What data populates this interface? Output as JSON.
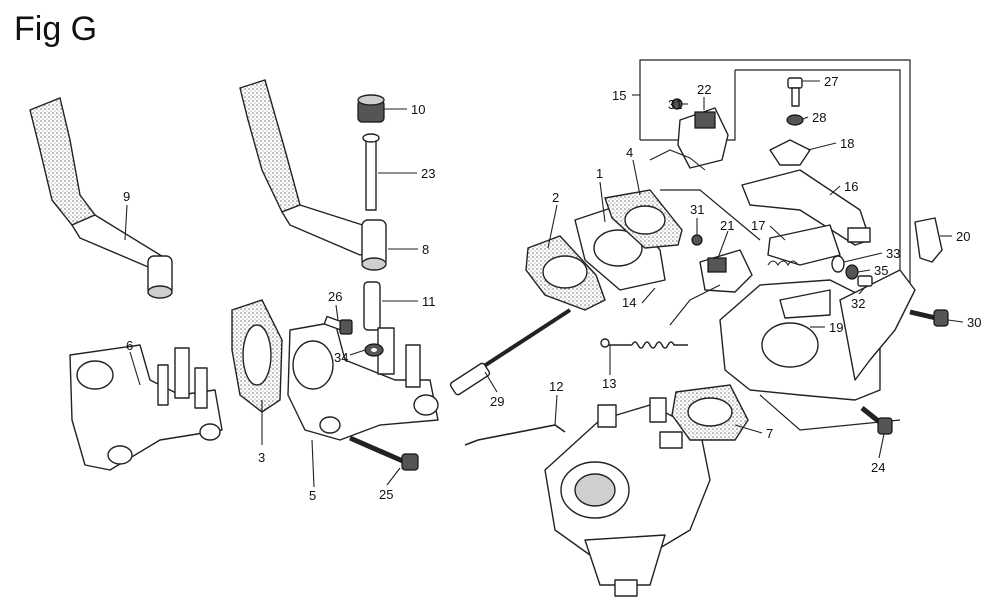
{
  "title": "Fig G",
  "callouts": [
    {
      "id": "c1",
      "text": "1"
    },
    {
      "id": "c2",
      "text": "2"
    },
    {
      "id": "c3",
      "text": "3"
    },
    {
      "id": "c4",
      "text": "4"
    },
    {
      "id": "c5",
      "text": "5"
    },
    {
      "id": "c6",
      "text": "6"
    },
    {
      "id": "c7",
      "text": "7"
    },
    {
      "id": "c8",
      "text": "8"
    },
    {
      "id": "c9",
      "text": "9"
    },
    {
      "id": "c10",
      "text": "10"
    },
    {
      "id": "c11",
      "text": "11"
    },
    {
      "id": "c12",
      "text": "12"
    },
    {
      "id": "c13",
      "text": "13"
    },
    {
      "id": "c14",
      "text": "14"
    },
    {
      "id": "c15",
      "text": "15"
    },
    {
      "id": "c16",
      "text": "16"
    },
    {
      "id": "c17",
      "text": "17"
    },
    {
      "id": "c18",
      "text": "18"
    },
    {
      "id": "c19",
      "text": "19"
    },
    {
      "id": "c20",
      "text": "20"
    },
    {
      "id": "c21",
      "text": "21"
    },
    {
      "id": "c22",
      "text": "22"
    },
    {
      "id": "c23",
      "text": "23"
    },
    {
      "id": "c24",
      "text": "24"
    },
    {
      "id": "c25",
      "text": "25"
    },
    {
      "id": "c26",
      "text": "26"
    },
    {
      "id": "c27",
      "text": "27"
    },
    {
      "id": "c28",
      "text": "28"
    },
    {
      "id": "c29",
      "text": "29"
    },
    {
      "id": "c30",
      "text": "30"
    },
    {
      "id": "c31a",
      "text": "31"
    },
    {
      "id": "c31b",
      "text": "31"
    },
    {
      "id": "c32",
      "text": "32"
    },
    {
      "id": "c33",
      "text": "33"
    },
    {
      "id": "c34",
      "text": "34"
    },
    {
      "id": "c35",
      "text": "35"
    }
  ]
}
